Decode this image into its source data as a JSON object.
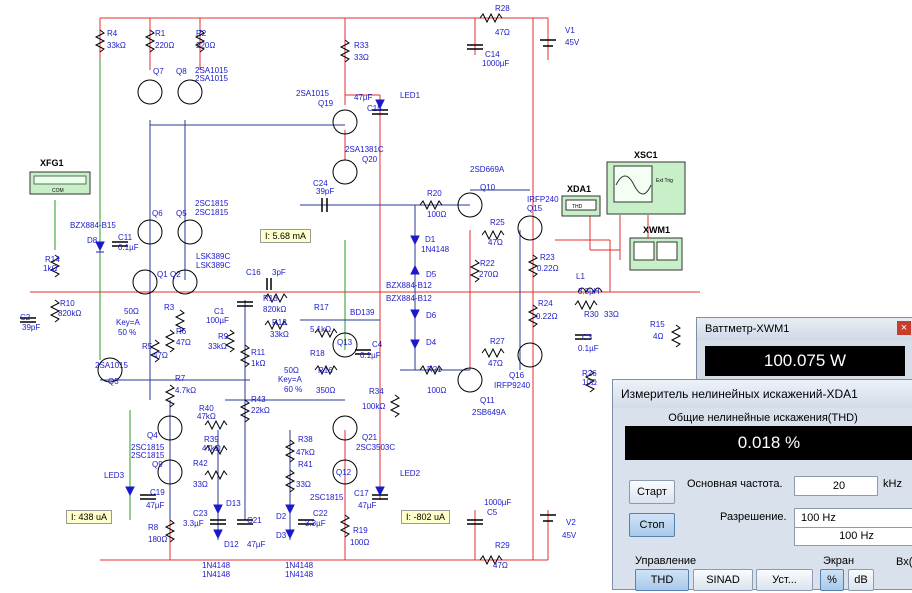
{
  "instruments": {
    "xfg1": "XFG1",
    "xsc1": "XSC1",
    "xda1": "XDA1",
    "xwm1": "XWM1",
    "xda1_screen": "THD",
    "xfg1_com": "COM",
    "xsc1_ext": "Ext Trig"
  },
  "components": {
    "r28": "R28",
    "r28v": "47Ω",
    "v1": "V1",
    "v1v": "45V",
    "c14": "C14",
    "c14v": "1000µF",
    "r4": "R4",
    "r4v": "33kΩ",
    "r1": "R1",
    "r1v": "220Ω",
    "r2": "R2",
    "r2v": "220Ω",
    "q7": "Q7",
    "q8": "Q8",
    "q8t": "2SA1015",
    "q8t2": "2SA1015",
    "r33": "R33",
    "r33v": "33Ω",
    "q19t": "2SA1015",
    "q19": "Q19",
    "c15v": "47µF",
    "c15": "C15",
    "led1": "LED1",
    "q20t": "2SA1381C",
    "q20": "Q20",
    "c24": "C24",
    "c24v": "39pF",
    "q10t": "2SD669A",
    "q10": "Q10",
    "r20": "R20",
    "r20v": "100Ω",
    "q15t": "IRFP240",
    "q15": "Q15",
    "r25": "R25",
    "r25v": "47Ω",
    "q6": "Q6",
    "q5": "Q5",
    "q5t": "2SC1815",
    "q5t2": "2SC1815",
    "d8t": "BZX884-B15",
    "d8": "D8",
    "c11": "C11",
    "c11v": "0.1µF",
    "r14": "R14",
    "r14v": "1kΩ",
    "q1": "Q1",
    "q2": "Q2",
    "q2t": "LSK389C",
    "q2t2": "LSK389C",
    "c16": "C16",
    "c16v": "3pF",
    "r13": "R13",
    "r13v": "820kΩ",
    "r12": "R12",
    "r12v": "33kΩ",
    "d1": "D1",
    "d1t": "1N4148",
    "d5t": "BZX884-B12",
    "d5": "D5",
    "d6t": "BZX884-B12",
    "d6": "D6",
    "d4": "D4",
    "r22": "R22",
    "r22v": "270Ω",
    "r23": "R23",
    "r23v": "0.22Ω",
    "l1": "L1",
    "l1v": "3.3µH",
    "r30": "R30",
    "r30v": "33Ω",
    "r24": "R24",
    "r24v": "0.22Ω",
    "c3": "C3",
    "c3v": "0.1µF",
    "r15": "R15",
    "r15v": "4Ω",
    "r26": "R26",
    "r26v": "10Ω",
    "c2": "C2",
    "c2v": "39pF",
    "r10": "R10",
    "r10v": "820kΩ",
    "r3": "R3",
    "r3v": "50Ω",
    "r3k": "Key=A",
    "r3p": "50 %",
    "c1": "C1",
    "c1v": "100µF",
    "r6": "R6",
    "r6v": "47Ω",
    "r5": "R5",
    "r5v": "47Ω",
    "r9": "R9",
    "r9v": "33kΩ",
    "r11": "R11",
    "r11v": "1kΩ",
    "r17": "R17",
    "r17v": "5.1kΩ",
    "bd139": "BD139",
    "q13": "Q13",
    "c4": "C4",
    "c4v": "0.1µF",
    "r18": "R18",
    "r18v": "50Ω",
    "r18k": "Key=A",
    "r18p": "60 %",
    "r16": "R16",
    "r16v": "350Ω",
    "r21": "R21",
    "r21v": "100Ω",
    "r27": "R27",
    "r27v": "47Ω",
    "q16": "Q16",
    "q16t": "IRFP9240",
    "q11": "Q11",
    "q11t": "2SB649A",
    "q3": "Q3",
    "q3t": "2SA1015",
    "r7": "R7",
    "r7v": "4.7kΩ",
    "r43": "R43",
    "r43v": "22kΩ",
    "r34": "R34",
    "r34v": "100kΩ",
    "r40": "R40",
    "r40v": "47kΩ",
    "q4": "Q4",
    "q4t": "2SC1815",
    "q4t2": "2SC1815",
    "r39": "R39",
    "r39v": "47kΩ",
    "q9": "Q9",
    "r42": "R42",
    "r42v": "33Ω",
    "r38": "R38",
    "r38v": "47kΩ",
    "q21": "Q21",
    "q21t": "2SC3503C",
    "r41": "R41",
    "r41v": "33Ω",
    "q12": "Q12",
    "q12t": "2SC1815",
    "led3": "LED3",
    "c19": "C19",
    "c19v": "47µF",
    "d13": "D13",
    "c23": "C23",
    "c23v": "3.3µF",
    "c21": "C21",
    "c21v": "47µF",
    "d12": "D12",
    "d12t": "1N4148",
    "d12t2": "1N4148",
    "r8": "R8",
    "r8v": "180Ω",
    "d2": "D2",
    "d3": "D3",
    "d3t": "1N4148",
    "d3t2": "1N4148",
    "c22": "C22",
    "c22v": "3.3µF",
    "c17": "C17",
    "c17v": "47µF",
    "led2": "LED2",
    "r19": "R19",
    "r19v": "100Ω",
    "c5": "C5",
    "c5v": "1000µF",
    "v2": "V2",
    "v2v": "45V",
    "r29": "R29",
    "r29v": "47Ω"
  },
  "probes": {
    "p1": "I: 5.68 mA",
    "p2": "I: 438 uA",
    "p3": "I: -802 uA"
  },
  "wattmeter": {
    "title": "Ваттметр-XWM1",
    "value": "100.075 W",
    "close": "×"
  },
  "analyzer": {
    "title": "Измеритель нелинейных искажений-XDA1",
    "thd_label": "Общие нелинейные искажения(THD)",
    "value": "0.018 %",
    "start": "Старт",
    "stop": "Стоп",
    "freq_label": "Основная частота.",
    "freq_value": "20",
    "freq_unit": "kHz",
    "res_label": "Разрешение.",
    "res_value": "100 Hz",
    "res_value2": "100 Hz",
    "bx": "Вх(",
    "group_control": "Управление",
    "group_screen": "Экран",
    "btn_thd": "THD",
    "btn_sinad": "SINAD",
    "btn_set": "Уст...",
    "btn_pct": "%",
    "btn_db": "dB"
  }
}
